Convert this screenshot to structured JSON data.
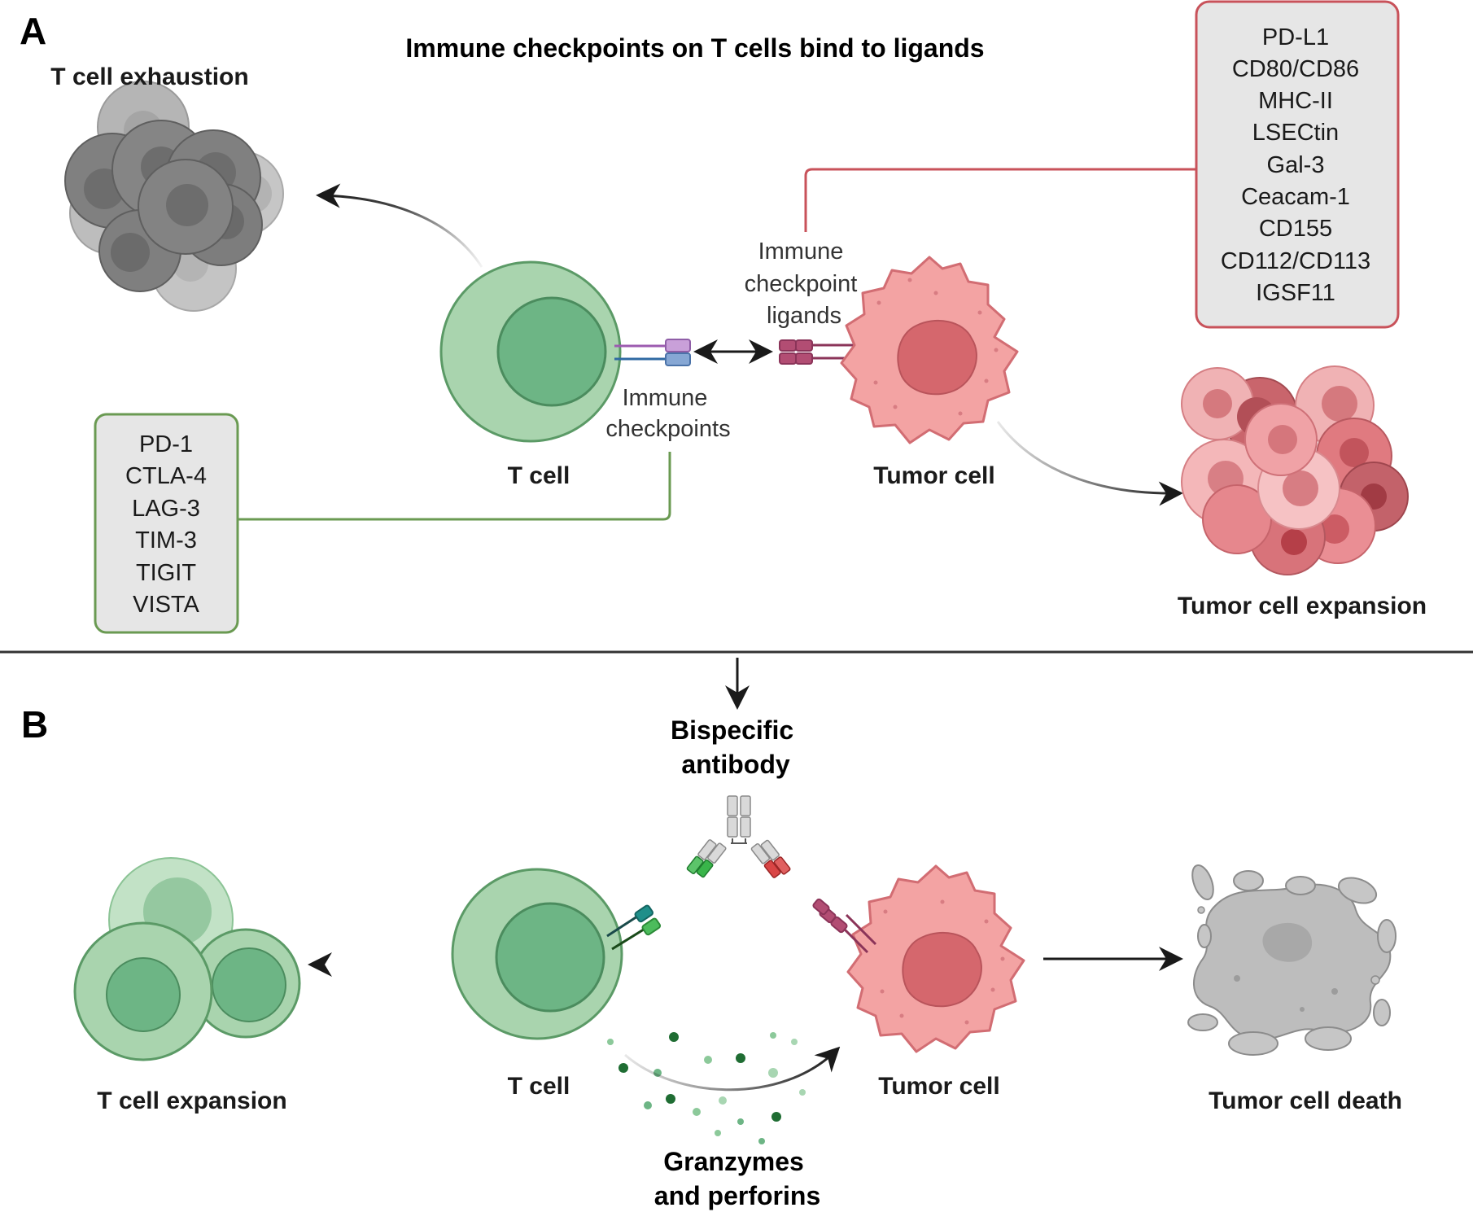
{
  "panel_a": {
    "letter": "A",
    "title": "Immune checkpoints on T cells bind to ligands",
    "t_cell_exhaustion": "T cell exhaustion",
    "t_cell": "T cell",
    "tumor_cell": "Tumor cell",
    "tumor_cell_expansion": "Tumor cell expansion",
    "immune_checkpoints": [
      "Immune",
      "checkpoints"
    ],
    "immune_checkpoint_ligands": [
      "Immune",
      "checkpoint",
      "ligands"
    ],
    "checkpoint_list": [
      "PD-1",
      "CTLA-4",
      "LAG-3",
      "TIM-3",
      "TIGIT",
      "VISTA"
    ],
    "ligand_list": [
      "PD-L1",
      "CD80/CD86",
      "MHC-II",
      "LSECtin",
      "Gal-3",
      "Ceacam-1",
      "CD155",
      "CD112/CD113",
      "IGSF11"
    ]
  },
  "panel_b": {
    "letter": "B",
    "bispecific_antibody": [
      "Bispecific",
      "antibody"
    ],
    "t_cell_expansion": "T cell expansion",
    "t_cell": "T cell",
    "tumor_cell": "Tumor cell",
    "tumor_cell_death": "Tumor cell death",
    "granzymes": [
      "Granzymes",
      "and perforins"
    ]
  },
  "colors": {
    "green_box_border": "#6a9a52",
    "red_box_border": "#c8525a",
    "box_fill": "#e6e6e6",
    "t_cell_outer": "#a7d3ad",
    "t_cell_inner": "#6cb585",
    "tumor_cell": "#f3a3a3",
    "tumor_nucleus": "#d5676d",
    "exhausted_cell": "#7d7d7d",
    "dead_cell": "#bdbdbd"
  }
}
